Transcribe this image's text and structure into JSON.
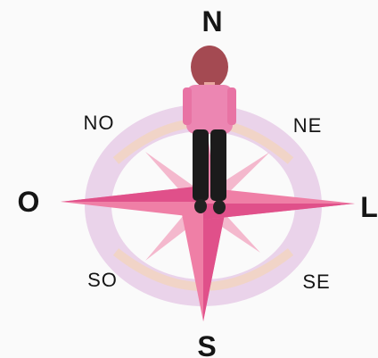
{
  "compass": {
    "cardinals": {
      "north": "N",
      "south": "S",
      "east": "L",
      "west": "O"
    },
    "intercardinals": {
      "northwest": "NO",
      "northeast": "NE",
      "southwest": "SO",
      "southeast": "SE"
    }
  },
  "colors": {
    "ring": "#ead3ea",
    "ring_band": "#f3d4b8",
    "star_main": "#ef7fa6",
    "star_dark": "#e0508a",
    "star_small": "#f4b8cd",
    "shirt": "#ec86b2",
    "hair": "#a44a52",
    "pants": "#1b1b1b"
  }
}
